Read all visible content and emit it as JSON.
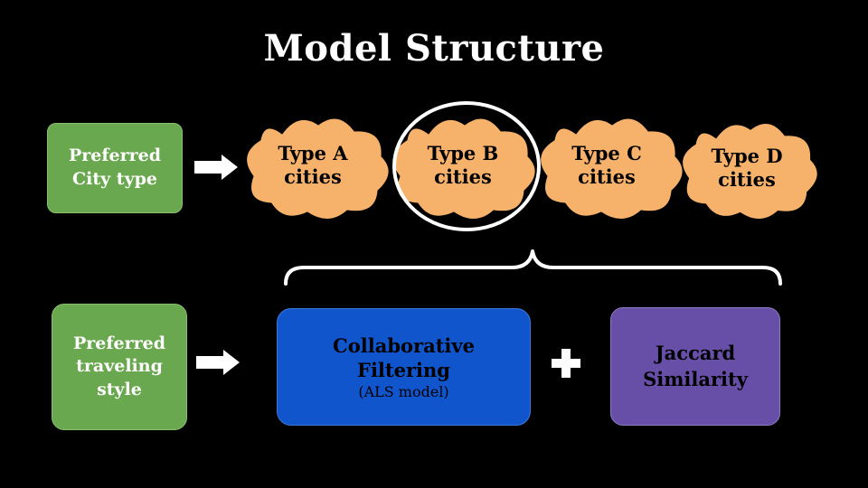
{
  "title": "Model Structure",
  "row1": {
    "input_label_line1": "Preferred",
    "input_label_line2": "City type",
    "clouds": [
      {
        "line1": "Type A",
        "line2": "cities",
        "highlighted": false
      },
      {
        "line1": "Type B",
        "line2": "cities",
        "highlighted": true
      },
      {
        "line1": "Type C",
        "line2": "cities",
        "highlighted": false
      },
      {
        "line1": "Type D",
        "line2": "cities",
        "highlighted": false
      }
    ]
  },
  "row2": {
    "input_label_line1": "Preferred",
    "input_label_line2": "traveling",
    "input_label_line3": "style",
    "cf_line1": "Collaborative",
    "cf_line2": "Filtering",
    "cf_sub": "(ALS model)",
    "jaccard_line1": "Jaccard",
    "jaccard_line2": "Similarity"
  },
  "colors": {
    "background": "#000000",
    "green": "#6aa84f",
    "cloud": "#f6b26b",
    "blue": "#1155cc",
    "purple": "#674ea7",
    "white": "#ffffff"
  }
}
